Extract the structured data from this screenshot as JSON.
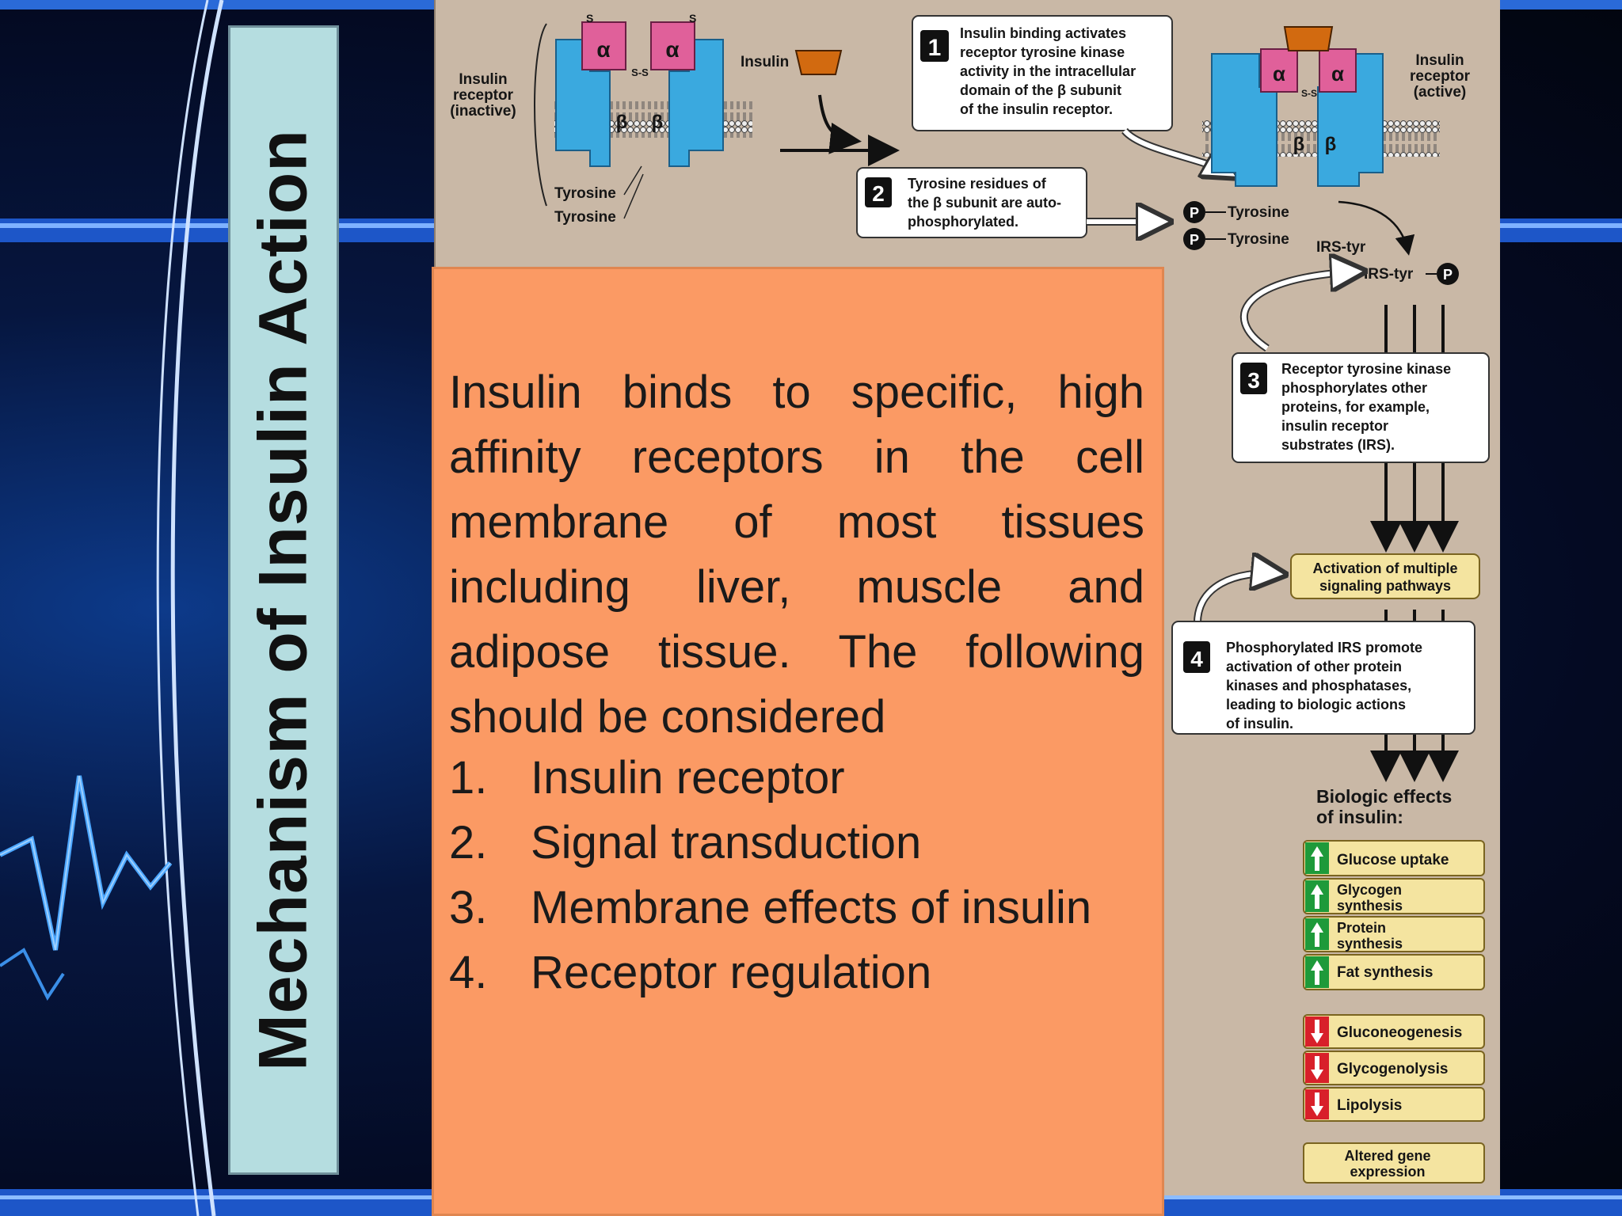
{
  "title": "Mechanism of Insulin Action",
  "intro": "Insulin binds to specific, high affinity receptors in the cell membrane of most tissues including liver, muscle and adipose tissue. The following should be considered",
  "list": [
    {
      "num": "1.",
      "text": "Insulin receptor"
    },
    {
      "num": "2.",
      "text": "Signal transduction"
    },
    {
      "num": "3.",
      "text": "Membrane effects of insulin"
    },
    {
      "num": "4.",
      "text": "Receptor regulation"
    }
  ],
  "diagram": {
    "receptor_inactive": [
      "Insulin",
      "receptor",
      "(inactive)"
    ],
    "receptor_active": [
      "Insulin",
      "receptor",
      "(active)"
    ],
    "insulin": "Insulin",
    "alpha": "α",
    "beta": "β",
    "s": "S",
    "ss": "S-S",
    "tyrosine": "Tyrosine",
    "p": "P",
    "irs_tyr": "IRS-tyr",
    "step1_num": "1",
    "step1": [
      "Insulin binding activates",
      "receptor tyrosine kinase",
      "activity in the intracellular",
      "domain of the β subunit",
      "of the insulin receptor."
    ],
    "step2_num": "2",
    "step2": [
      "Tyrosine residues of",
      "the β subunit are auto-",
      "phosphorylated."
    ],
    "step3_num": "3",
    "step3": [
      "Receptor tyrosine kinase",
      "phosphorylates other",
      "proteins, for example,",
      "insulin receptor",
      "substrates (IRS)."
    ],
    "activation": [
      "Activation of multiple",
      "signaling pathways"
    ],
    "step4_num": "4",
    "step4": [
      "Phosphorylated IRS promote",
      "activation of other protein",
      "kinases and phosphatases,",
      "leading to biologic actions",
      "of insulin."
    ],
    "bio_title": [
      "Biologic effects",
      "of insulin:"
    ],
    "effects_up": [
      [
        "Glucose uptake"
      ],
      [
        "Glycogen",
        "synthesis"
      ],
      [
        "Protein",
        "synthesis"
      ],
      [
        "Fat synthesis"
      ]
    ],
    "effects_down": [
      [
        "Gluconeogenesis"
      ],
      [
        "Glycogenolysis"
      ],
      [
        "Lipolysis"
      ]
    ],
    "gene": [
      "Altered gene",
      "expression"
    ]
  },
  "colors": {
    "title_box": "#b5dde0",
    "orange": "#fb9a64",
    "panel": "#c9b8a6",
    "receptor_blue": "#3aa9df",
    "alpha_pink": "#e0609a",
    "insulin_orange": "#d26a10",
    "effect_yellow": "#f4e4a0",
    "up_green": "#1e9a3a",
    "down_red": "#d8202a"
  }
}
